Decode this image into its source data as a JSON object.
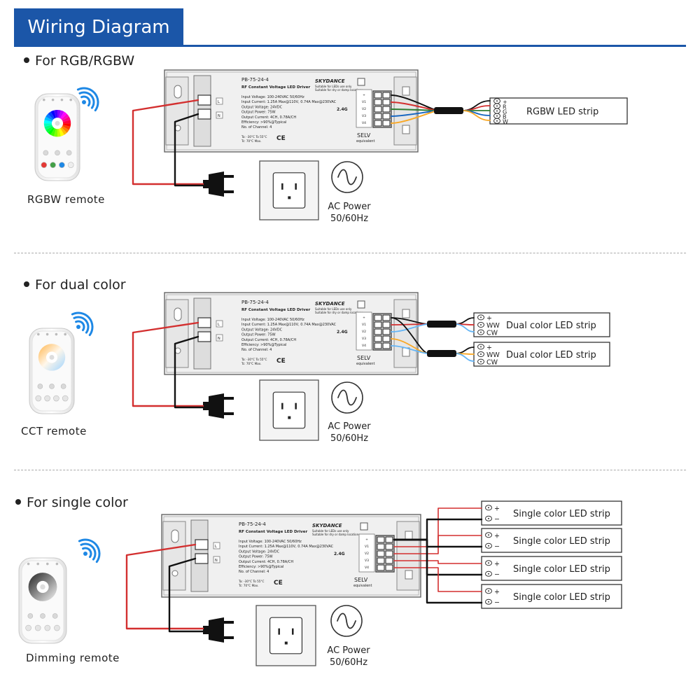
{
  "header": {
    "title": "Wiring Diagram"
  },
  "driver": {
    "model": "PB-75-24-4",
    "name": "RF Constant Voltage LED Driver",
    "brand": "SKYDANCE",
    "suitable_1": "Suitable for LEDs use only",
    "suitable_2": "Suitable for dry or damp locations",
    "specs": [
      "Input Voltage: 100-240VAC 50/60Hz",
      "Input Current: 1.25A Max@110V, 0.74A Max@230VAC",
      "Output Voltage: 24VDC",
      "Output Power: 75W",
      "Output Current: 4CH, 0.78A/CH",
      "Efficiency: >90%@Typical",
      "No. of Channel: 4"
    ],
    "temps": [
      "Ta: -30°C To 55°C",
      "Tc: 70°C Max."
    ],
    "selv": "SELV",
    "equivalent": "equivalent",
    "rf_label": "2.4G",
    "ce_mark": "CE",
    "pin_labels": [
      "+",
      "V1",
      "V2",
      "V3",
      "V4"
    ],
    "input_labels": [
      "L",
      "N"
    ]
  },
  "sections": [
    {
      "title": "For RGB/RGBW",
      "remote_label": "RGBW remote",
      "ac_label_1": "AC Power",
      "ac_label_2": "50/60Hz",
      "strips": [
        {
          "label": "RGBW LED strip",
          "pins": [
            "+",
            "R",
            "G",
            "B",
            "W"
          ]
        }
      ]
    },
    {
      "title": "For dual color",
      "remote_label": "CCT remote",
      "ac_label_1": "AC Power",
      "ac_label_2": "50/60Hz",
      "strips": [
        {
          "label": "Dual color LED strip",
          "pins": [
            "+",
            "WW",
            "CW"
          ]
        },
        {
          "label": "Dual color LED strip",
          "pins": [
            "+",
            "WW",
            "CW"
          ]
        }
      ]
    },
    {
      "title": "For single color",
      "remote_label": "Dimming remote",
      "ac_label_1": "AC Power",
      "ac_label_2": "50/60Hz",
      "strips": [
        {
          "label": "Single color LED strip",
          "pins": [
            "+",
            "−"
          ]
        },
        {
          "label": "Single color LED strip",
          "pins": [
            "+",
            "−"
          ]
        },
        {
          "label": "Single color LED strip",
          "pins": [
            "+",
            "−"
          ]
        },
        {
          "label": "Single color LED strip",
          "pins": [
            "+",
            "−"
          ]
        }
      ]
    }
  ],
  "colors": {
    "header_bg": "#1b56a8",
    "wifi_blue": "#1e88e5",
    "wire_red": "#d32f2f",
    "wire_green": "#2e7d32",
    "wire_blue": "#1565c0",
    "wire_yellow": "#f9a825",
    "wire_cw_blue": "#64b5f6",
    "wire_black": "#111111"
  }
}
